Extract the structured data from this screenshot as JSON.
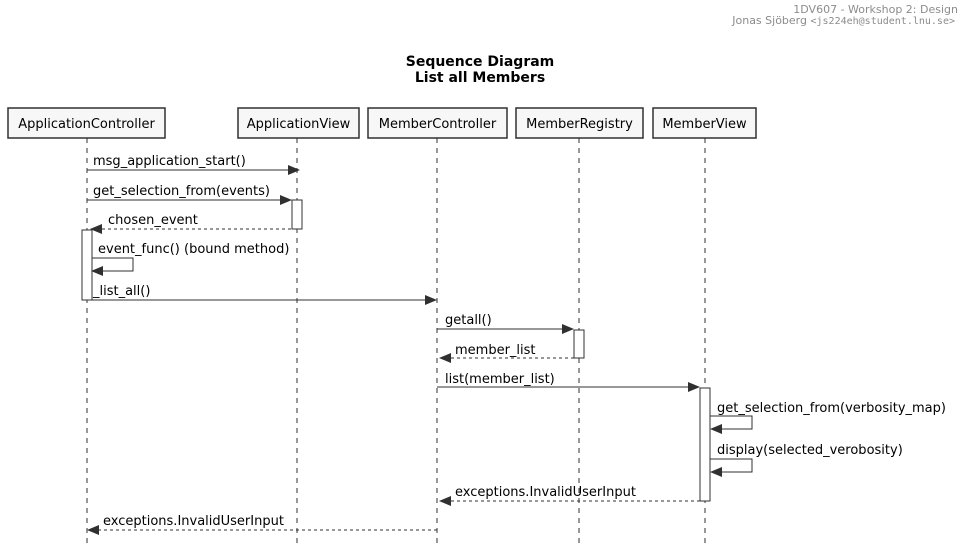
{
  "header": {
    "line1": "1DV607 - Workshop 2: Design",
    "line2_name": "Jonas Sjöberg ",
    "line2_email": "<js224eh@student.lnu.se>"
  },
  "title": {
    "line1": "Sequence Diagram",
    "line2": "List all Members"
  },
  "participants": [
    {
      "id": "ac",
      "label": "ApplicationController"
    },
    {
      "id": "av",
      "label": "ApplicationView"
    },
    {
      "id": "mc",
      "label": "MemberController"
    },
    {
      "id": "mr",
      "label": "MemberRegistry"
    },
    {
      "id": "mv",
      "label": "MemberView"
    }
  ],
  "messages": [
    {
      "from": "ac",
      "to": "av",
      "label": "msg_application_start()",
      "type": "call"
    },
    {
      "from": "ac",
      "to": "av",
      "label": "get_selection_from(events)",
      "type": "call"
    },
    {
      "from": "av",
      "to": "ac",
      "label": "chosen_event",
      "type": "return"
    },
    {
      "from": "ac",
      "to": "ac",
      "label": "event_func() (bound method)",
      "type": "self"
    },
    {
      "from": "ac",
      "to": "mc",
      "label": "_list_all()",
      "type": "call"
    },
    {
      "from": "mc",
      "to": "mr",
      "label": "getall()",
      "type": "call"
    },
    {
      "from": "mr",
      "to": "mc",
      "label": "member_list",
      "type": "return"
    },
    {
      "from": "mc",
      "to": "mv",
      "label": "list(member_list)",
      "type": "call"
    },
    {
      "from": "mv",
      "to": "mv",
      "label": "get_selection_from(verbosity_map)",
      "type": "self"
    },
    {
      "from": "mv",
      "to": "mv",
      "label": "display(selected_verobosity)",
      "type": "self"
    },
    {
      "from": "mv",
      "to": "mc",
      "label": "exceptions.InvalidUserInput",
      "type": "return"
    },
    {
      "from": "mc",
      "to": "ac",
      "label": "exceptions.InvalidUserInput",
      "type": "return"
    }
  ]
}
